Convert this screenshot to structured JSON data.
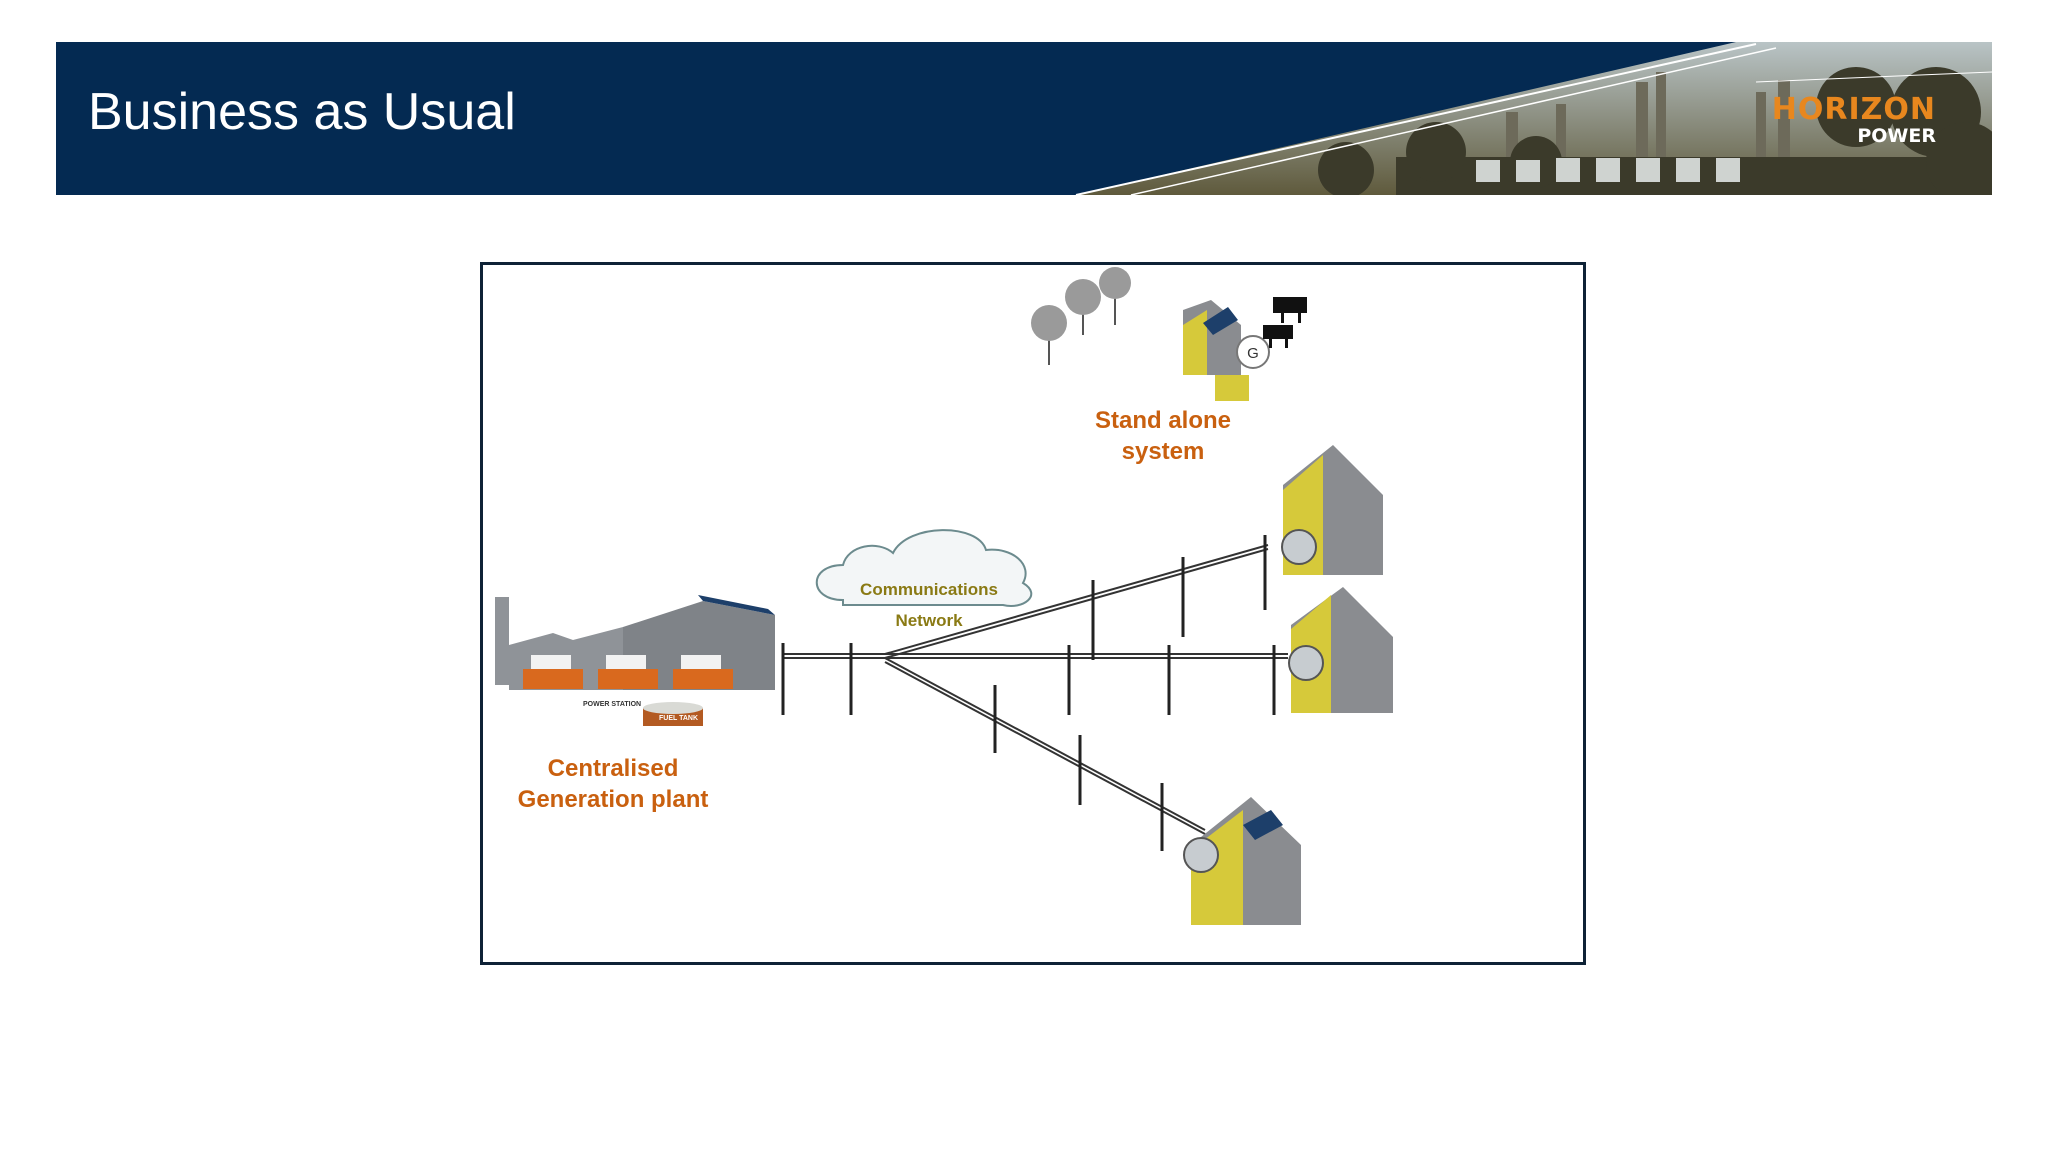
{
  "slide": {
    "title": "Business as Usual"
  },
  "logo": {
    "main": "HORIZON",
    "sub": "POWER"
  },
  "diagram": {
    "standalone_label": "Stand alone system",
    "standalone_line1": "Stand alone",
    "standalone_line2": "system",
    "generator_letter": "G",
    "central_line1": "Centralised",
    "central_line2": "Generation plant",
    "comms_label": "Communications Network",
    "power_station_label": "POWER STATION",
    "fuel_tank_label": "FUEL TANK"
  },
  "colors": {
    "banner": "#042a52",
    "label_orange": "#c9600f",
    "comms_text": "#8a7a14",
    "house_yellow": "#d6c93a",
    "roof_grey": "#8a8c90"
  }
}
